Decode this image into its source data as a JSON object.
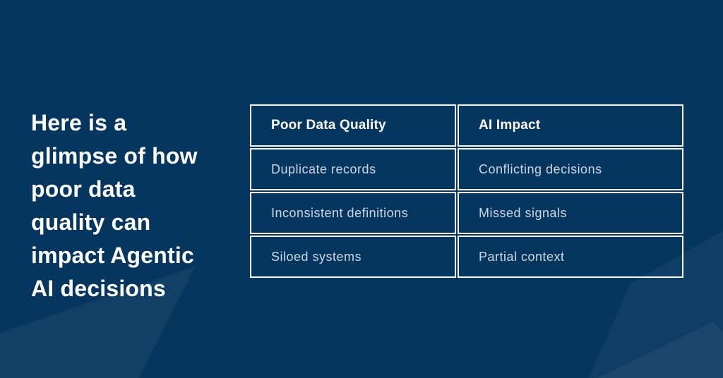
{
  "colors": {
    "background": "#05365f",
    "heading_text": "#ffffff",
    "table_border": "#f6f8f9",
    "table_header_text": "#ffffff",
    "table_body_text": "#cdd7e1",
    "wedge_accent": "rgba(255,255,255,0.05)"
  },
  "heading": {
    "full_text": "Here is a glimpse of how poor data quality can impact Agentic AI decisions",
    "lines": [
      "Here is a",
      "glimpse of how",
      "poor data",
      "quality can",
      "impact Agentic",
      "AI decisions"
    ]
  },
  "table": {
    "headers": [
      "Poor Data Quality",
      "AI Impact"
    ],
    "rows": [
      [
        "Duplicate records",
        "Conflicting decisions"
      ],
      [
        "Inconsistent definitions",
        "Missed signals"
      ],
      [
        "Siloed systems",
        "Partial context"
      ]
    ]
  }
}
